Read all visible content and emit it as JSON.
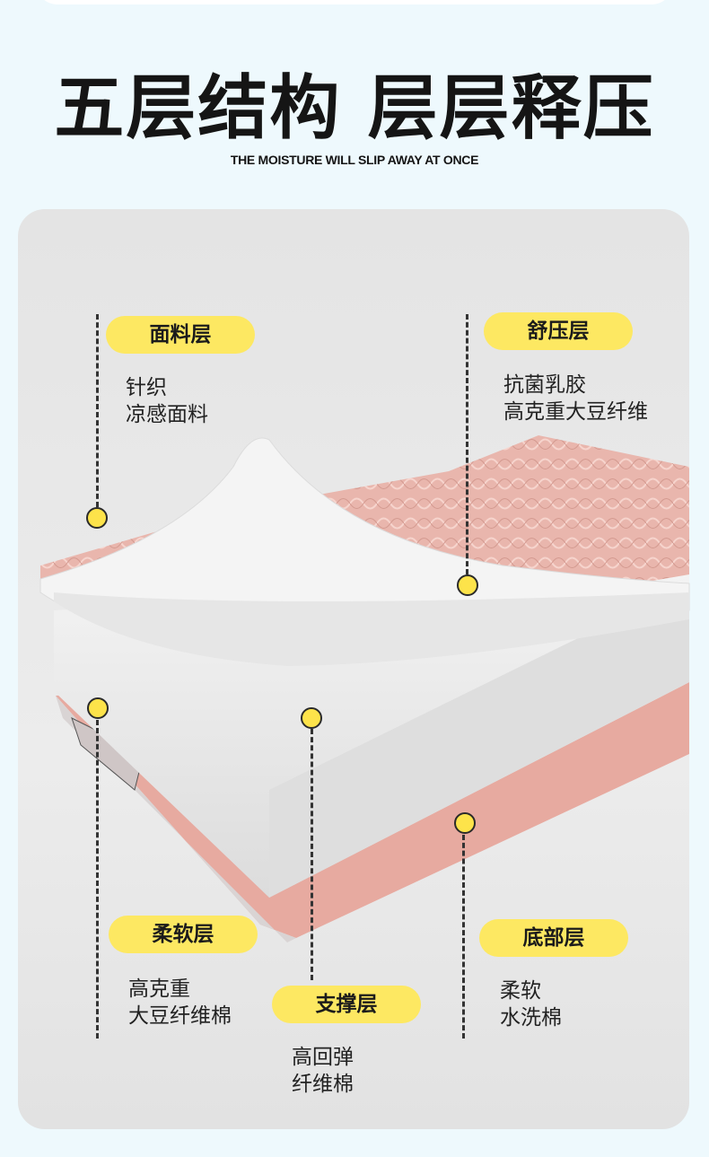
{
  "header": {
    "title": "五层结构 层层释压",
    "subtitle": "THE MOISTURE WILL SLIP AWAY AT ONCE"
  },
  "layers": [
    {
      "name": "面料层",
      "lines": [
        "针织",
        "凉感面料"
      ]
    },
    {
      "name": "舒压层",
      "lines": [
        "抗菌乳胶",
        "高克重大豆纤维"
      ]
    },
    {
      "name": "柔软层",
      "lines": [
        "高克重",
        "大豆纤维棉"
      ]
    },
    {
      "name": "支撑层",
      "lines": [
        "高回弹",
        "纤维棉"
      ]
    },
    {
      "name": "底部层",
      "lines": [
        "柔软",
        "水洗棉"
      ]
    }
  ],
  "colors": {
    "accent": "#fde862",
    "background": "#eef9fd",
    "pink": "#e8b4aa"
  }
}
